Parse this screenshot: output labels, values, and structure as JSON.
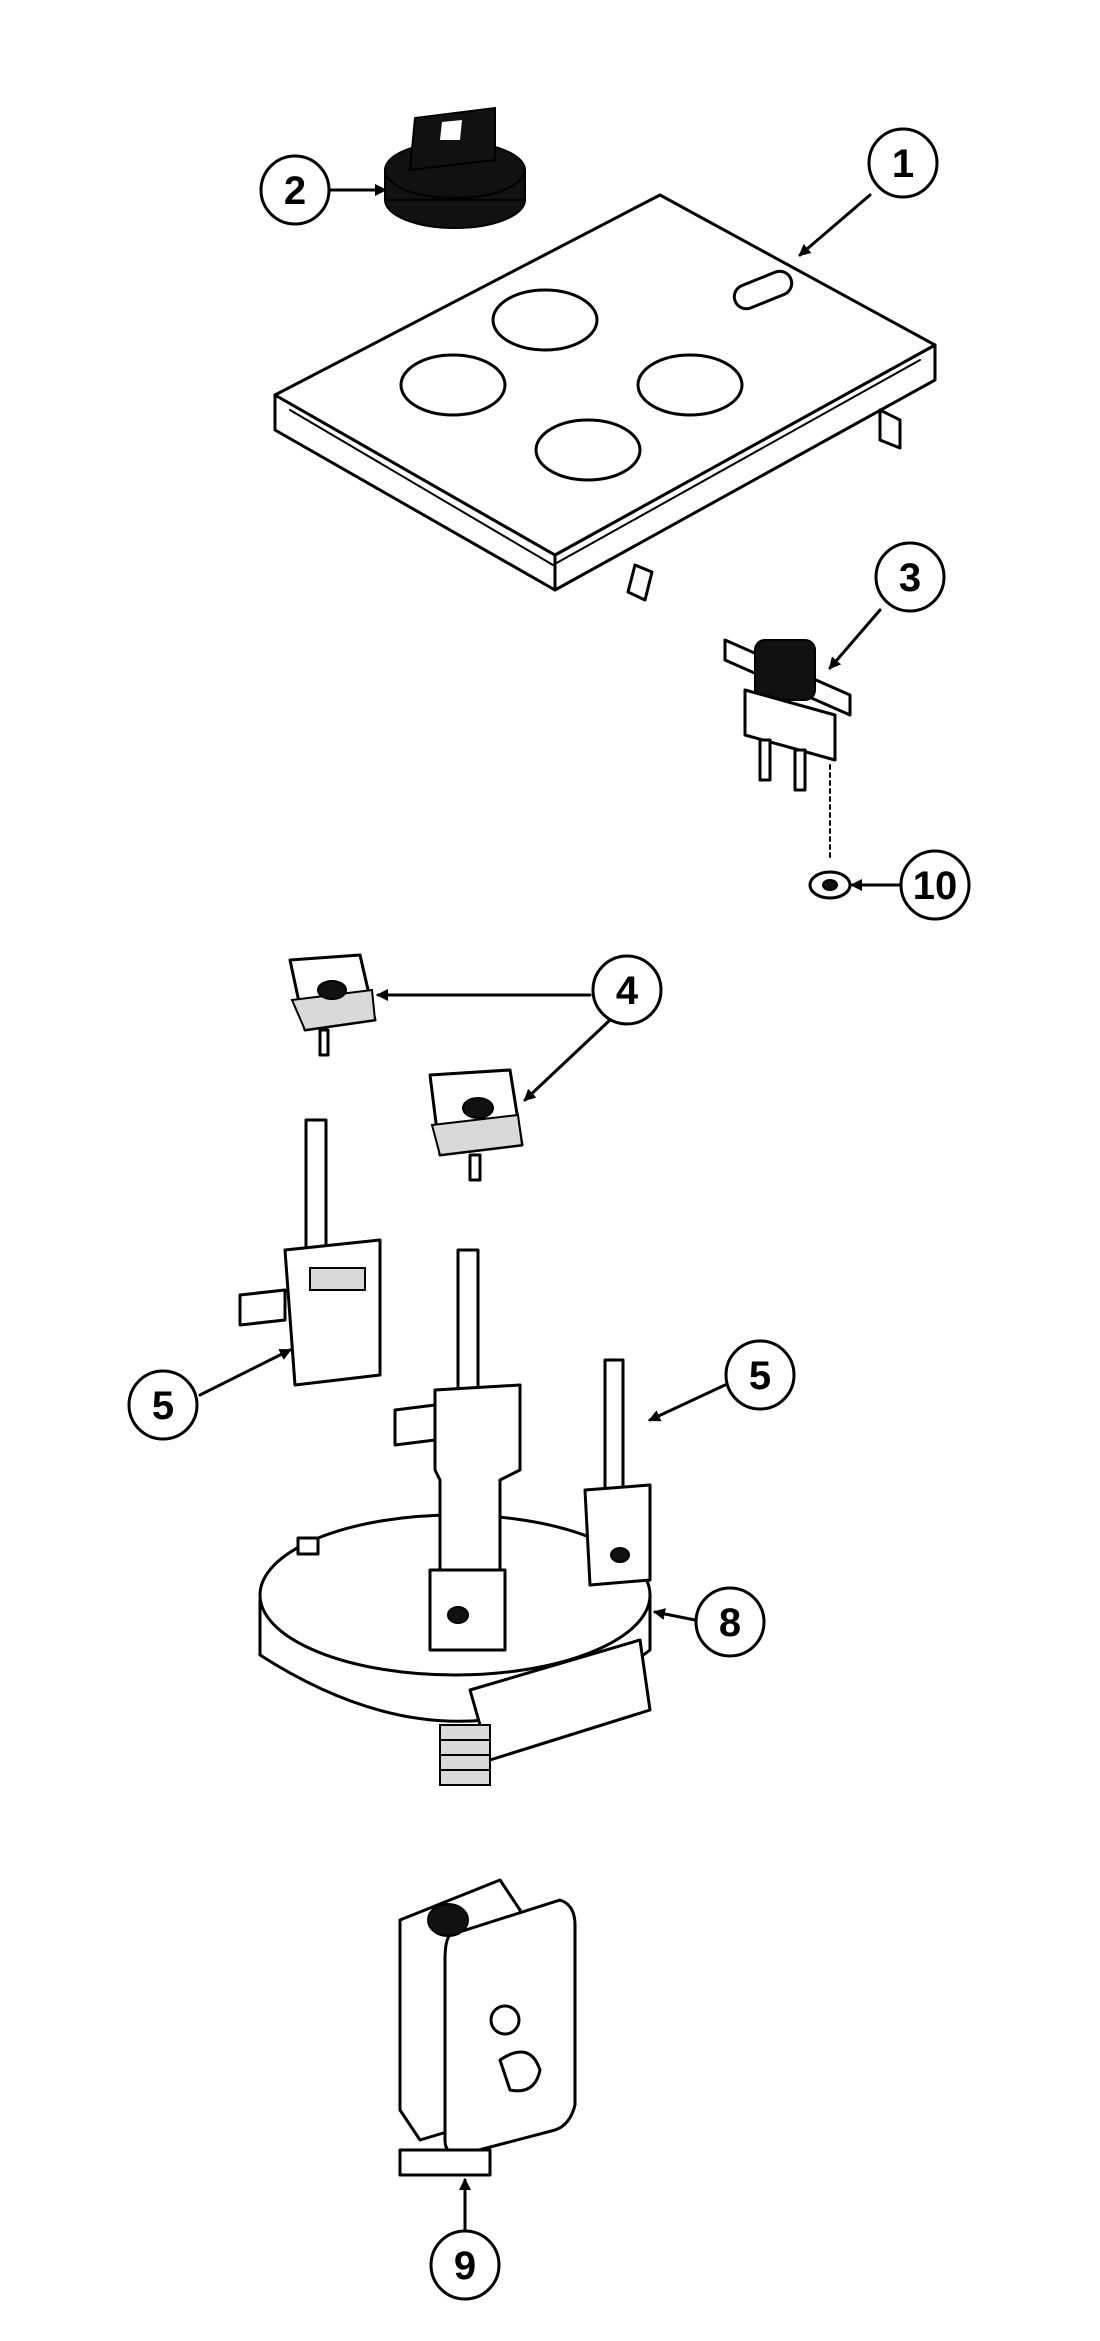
{
  "diagram": {
    "callouts": [
      "1",
      "2",
      "3",
      "4",
      "5",
      "5",
      "8",
      "9",
      "10"
    ]
  }
}
